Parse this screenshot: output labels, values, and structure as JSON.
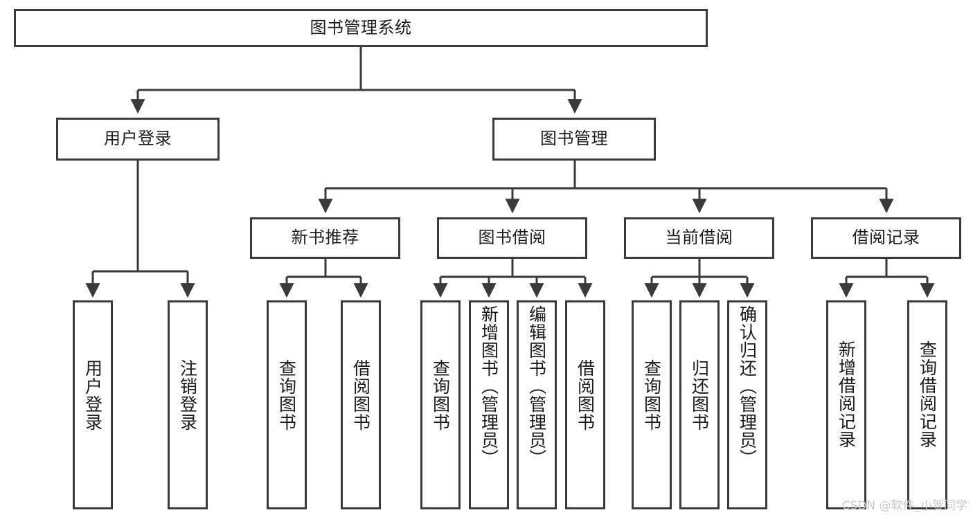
{
  "diagram": {
    "title": "图书管理系统",
    "type": "tree",
    "root": {
      "label": "图书管理系统"
    },
    "level2": [
      {
        "label": "用户登录"
      },
      {
        "label": "图书管理"
      }
    ],
    "level3": [
      {
        "label": "新书推荐",
        "parent": "图书管理"
      },
      {
        "label": "图书借阅",
        "parent": "图书管理"
      },
      {
        "label": "当前借阅",
        "parent": "图书管理"
      },
      {
        "label": "借阅记录",
        "parent": "图书管理"
      }
    ],
    "leaves": [
      {
        "label": "用户登录",
        "parent": "用户登录"
      },
      {
        "label": "注销登录",
        "parent": "用户登录"
      },
      {
        "label": "查询图书",
        "parent": "新书推荐"
      },
      {
        "label": "借阅图书",
        "parent": "新书推荐"
      },
      {
        "label": "查询图书",
        "parent": "图书借阅"
      },
      {
        "label": "新增图书（管理员）",
        "parent": "图书借阅"
      },
      {
        "label": "编辑图书（管理员）",
        "parent": "图书借阅"
      },
      {
        "label": "借阅图书",
        "parent": "图书借阅"
      },
      {
        "label": "查询图书",
        "parent": "当前借阅"
      },
      {
        "label": "归还图书",
        "parent": "当前借阅"
      },
      {
        "label": "确认归还（管理员）",
        "parent": "当前借阅"
      },
      {
        "label": "新增借阅记录",
        "parent": "借阅记录"
      },
      {
        "label": "查询借阅记录",
        "parent": "借阅记录"
      }
    ],
    "watermark": "CSDN @软件_小贺同学",
    "colors": {
      "stroke": "#3a3a3a",
      "background": "#ffffff",
      "text": "#1b1b1b",
      "watermark": "#c9c9c9"
    }
  }
}
